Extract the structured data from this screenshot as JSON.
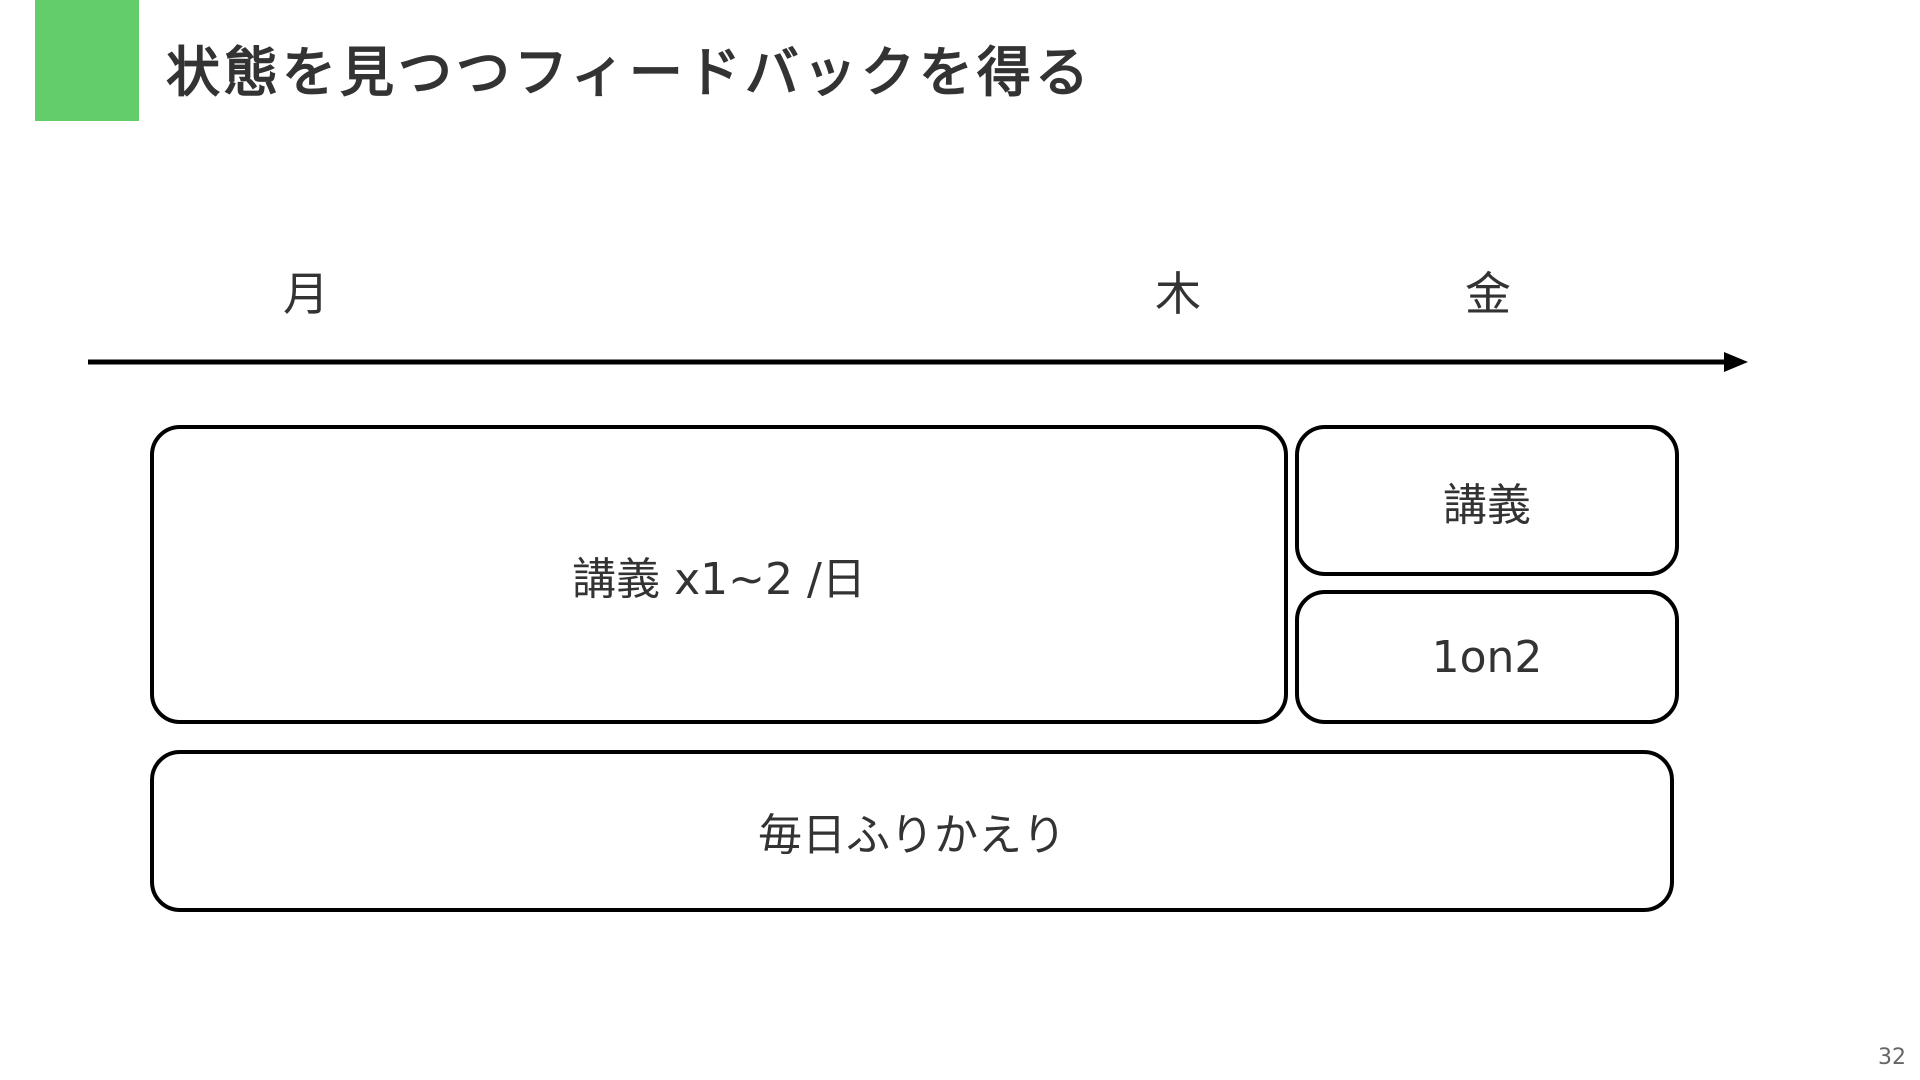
{
  "header": {
    "title": "状態を見つつフィードバックを得る",
    "accent_color": "#62cd69"
  },
  "timeline": {
    "days": [
      "月",
      "木",
      "金"
    ],
    "arrow_icon": "arrow-right-icon"
  },
  "blocks": {
    "lecture_daily": "講義 x1~2 /日",
    "lecture_friday": "講義",
    "one_on_two": "1on2",
    "daily_review": "毎日ふりかえり"
  },
  "footer": {
    "page_number": "32"
  }
}
